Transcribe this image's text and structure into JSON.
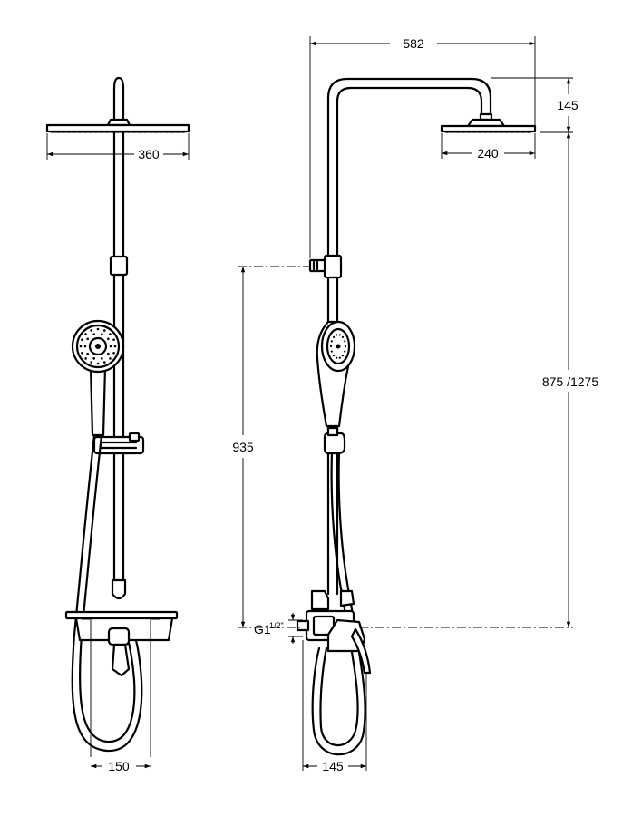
{
  "dimensions": {
    "front_head_width": "360",
    "front_spout_width": "150",
    "side_arm_reach": "582",
    "side_head_height": "145",
    "side_head_width": "240",
    "side_outlet_height": "935",
    "side_total_height": "875 /1275",
    "side_base_width": "145",
    "connection_thread": "G1",
    "connection_thread_fraction": "1/2\""
  },
  "colors": {
    "line": "#000000",
    "background": "#ffffff"
  }
}
